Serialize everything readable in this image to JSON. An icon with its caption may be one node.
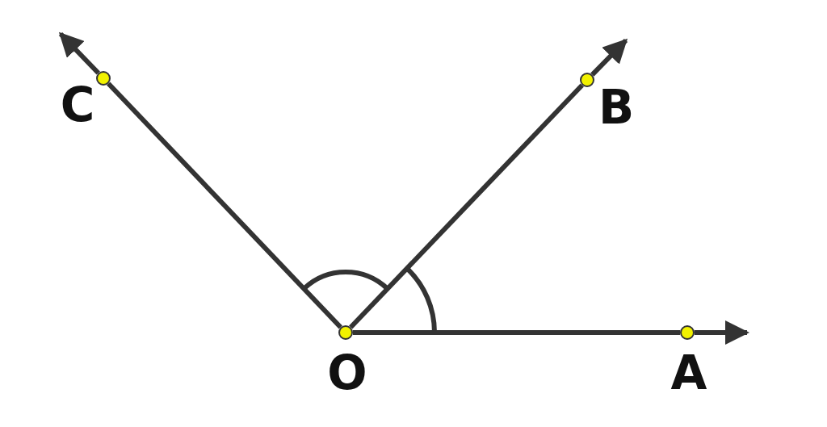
{
  "diagram": {
    "nodes": [
      {
        "text": [],
        "shape": "circle",
        "beside": [
          "O"
        ]
      },
      {
        "text": [],
        "shape": "circle",
        "beside": [
          "A"
        ]
      },
      {
        "text": [],
        "shape": "circle",
        "beside": [
          "B"
        ]
      },
      {
        "text": [],
        "shape": "circle",
        "beside": [
          "C"
        ]
      }
    ],
    "edges": [
      {
        "from": 0,
        "to": 1,
        "arrow": "none"
      },
      {
        "from": 1,
        "to": null,
        "arrow": "to"
      },
      {
        "from": 0,
        "to": 2,
        "arrow": "none"
      },
      {
        "from": 2,
        "to": null,
        "arrow": "to"
      },
      {
        "from": 0,
        "to": 3,
        "arrow": "none"
      },
      {
        "from": 3,
        "to": null,
        "arrow": "to"
      }
    ]
  }
}
